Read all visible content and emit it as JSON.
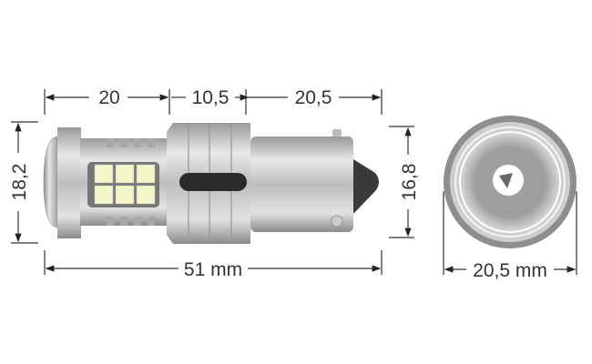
{
  "dimensions": {
    "lens_section_length": "20",
    "heatsink_length": "10,5",
    "base_length": "20,5",
    "head_diameter": "18,2",
    "base_diameter": "16,8",
    "total_length": "51 mm",
    "end_view_diameter": "20,5 mm"
  },
  "colors": {
    "dimension_line": "#333333",
    "led_chip": "#f2f6c8",
    "metal": "#c8c8c8"
  }
}
